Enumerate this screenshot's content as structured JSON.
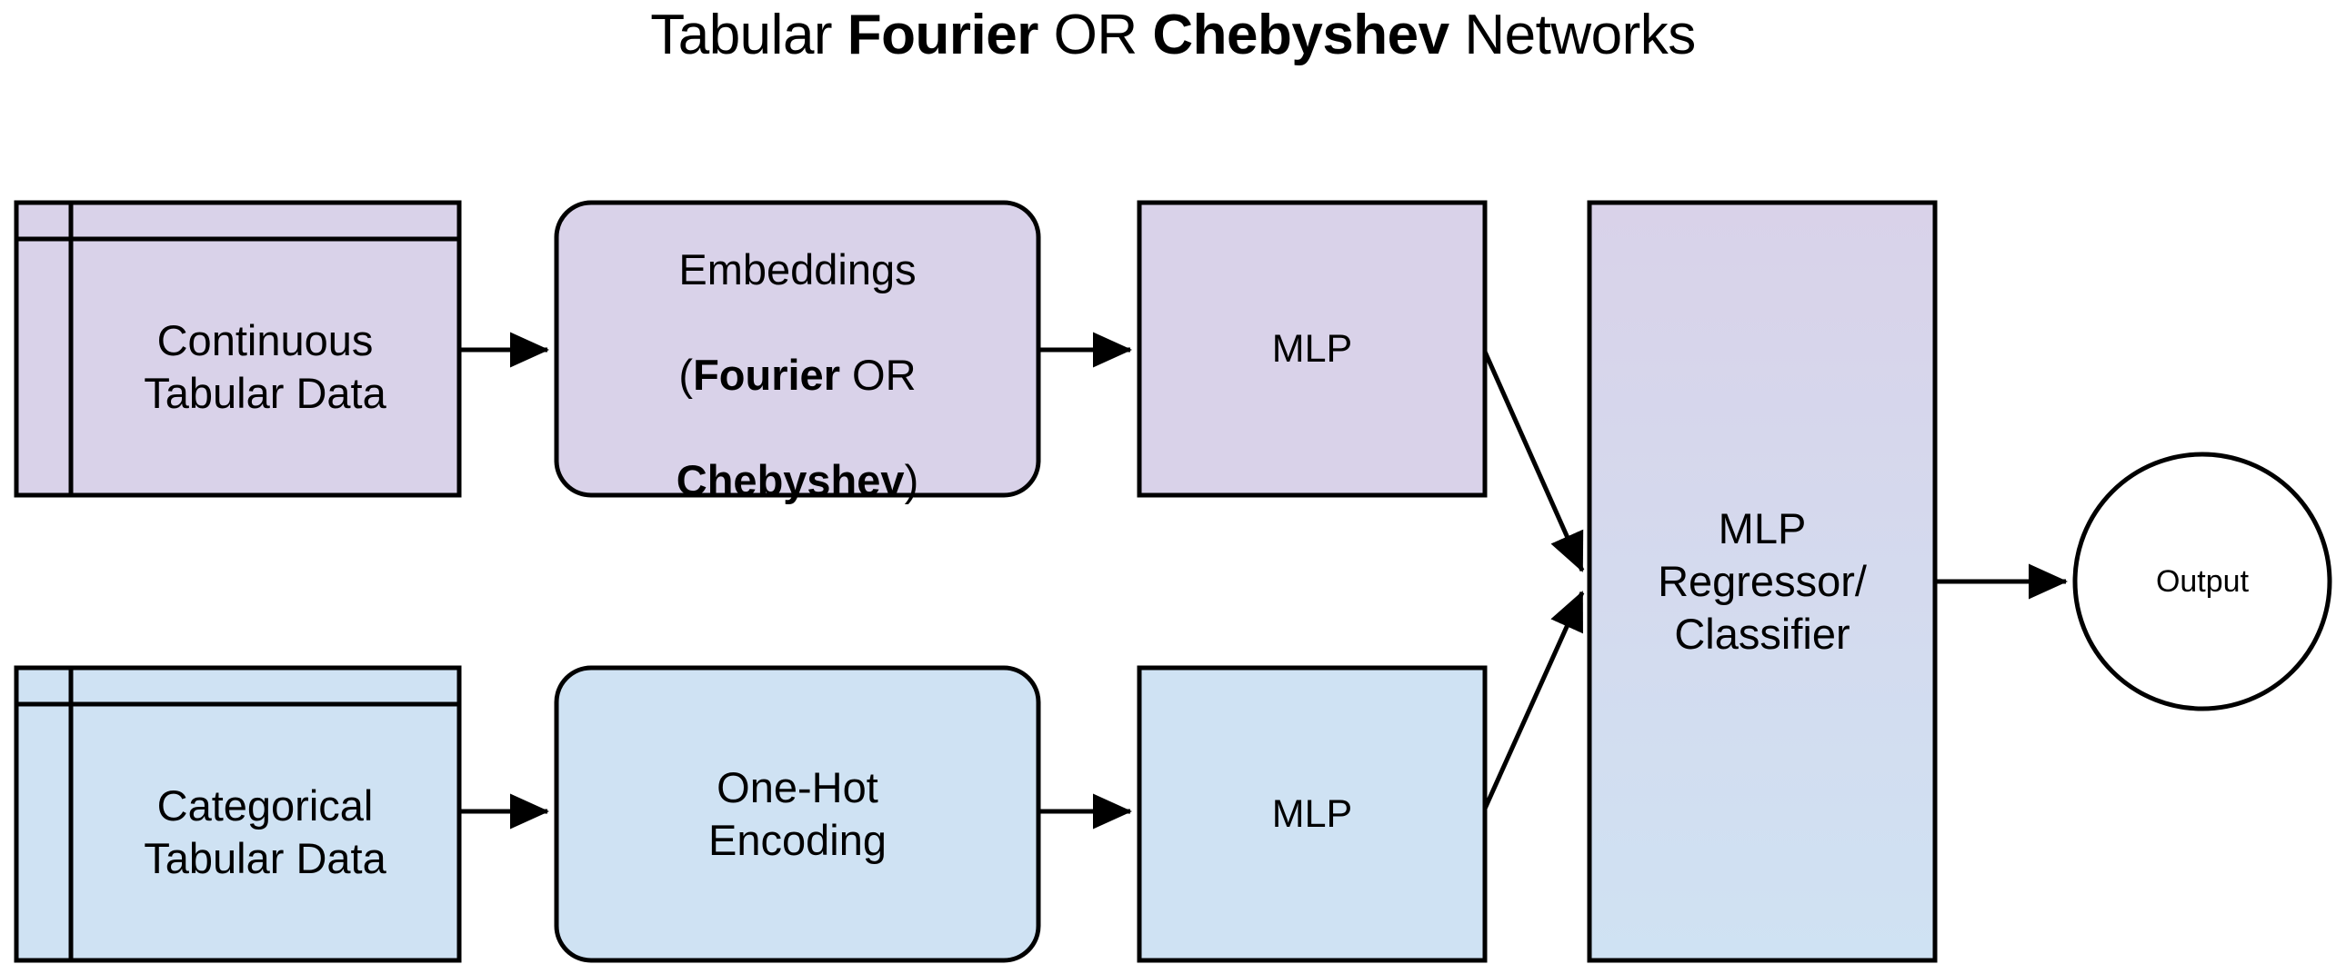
{
  "title": {
    "prefix": "Tabular ",
    "bold1": "Fourier",
    "middle": " OR ",
    "bold2": "Chebyshev",
    "suffix": " Networks",
    "full": "Tabular Fourier OR Chebyshev Networks"
  },
  "colors": {
    "purple_fill": "#d9d2e9",
    "blue_fill": "#cfe2f3",
    "gradient_top": "#d9d2e9",
    "gradient_bottom": "#cfe2f3",
    "stroke": "#000000",
    "background": "#ffffff",
    "circle_fill": "#ffffff"
  },
  "nodes": {
    "continuous_table": {
      "label": "Continuous\nTabular Data",
      "shape": "table",
      "fill": "#d9d2e9"
    },
    "embeddings": {
      "label_line1": "Embeddings",
      "label_line2_open": "(",
      "label_line2_bold": "Fourier",
      "label_line2_tail": " OR",
      "label_line3_bold": "Chebyshev",
      "label_line3_tail": ")",
      "shape": "rounded-rect",
      "fill": "#d9d2e9"
    },
    "mlp_top": {
      "label": "MLP",
      "shape": "rect",
      "fill": "#d9d2e9"
    },
    "categorical_table": {
      "label": "Categorical\nTabular Data",
      "shape": "table",
      "fill": "#cfe2f3"
    },
    "one_hot": {
      "label": "One-Hot\nEncoding",
      "shape": "rounded-rect",
      "fill": "#cfe2f3"
    },
    "mlp_bottom": {
      "label": "MLP",
      "shape": "rect",
      "fill": "#cfe2f3"
    },
    "regressor": {
      "label": "MLP\nRegressor/\nClassifier",
      "shape": "rect-gradient",
      "fill_top": "#d9d2e9",
      "fill_bottom": "#cfe2f3"
    },
    "output": {
      "label": "Output",
      "shape": "circle",
      "fill": "#ffffff"
    }
  },
  "edges": [
    {
      "from": "continuous_table",
      "to": "embeddings",
      "style": "straight-arrow"
    },
    {
      "from": "embeddings",
      "to": "mlp_top",
      "style": "straight-arrow"
    },
    {
      "from": "mlp_top",
      "to": "regressor",
      "style": "diagonal-arrow"
    },
    {
      "from": "categorical_table",
      "to": "one_hot",
      "style": "straight-arrow"
    },
    {
      "from": "one_hot",
      "to": "mlp_bottom",
      "style": "straight-arrow"
    },
    {
      "from": "mlp_bottom",
      "to": "regressor",
      "style": "diagonal-arrow"
    },
    {
      "from": "regressor",
      "to": "output",
      "style": "straight-arrow"
    }
  ]
}
